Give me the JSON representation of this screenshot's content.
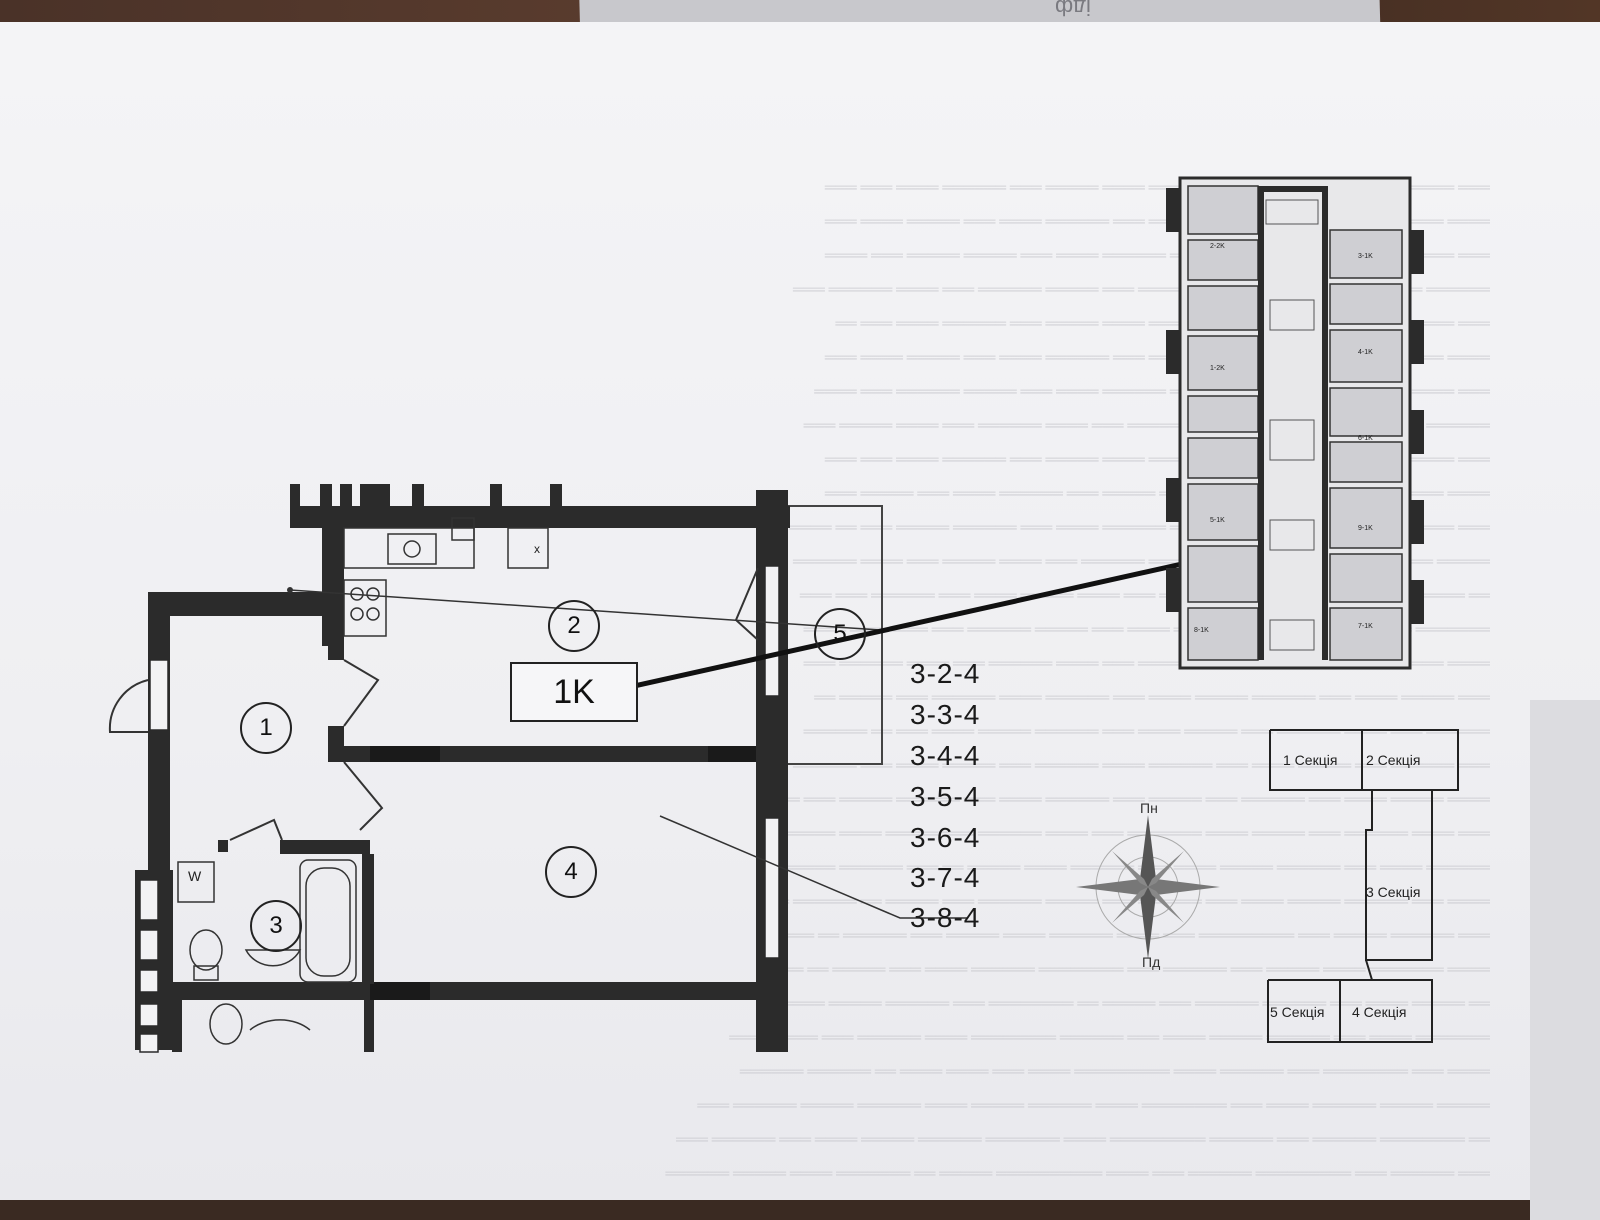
{
  "backdrop_label": "ідф",
  "apartment_label": "1K",
  "rooms": [
    "1",
    "2",
    "3",
    "4",
    "5"
  ],
  "floor_codes": [
    "3-2-4",
    "3-3-4",
    "3-4-4",
    "3-5-4",
    "3-6-4",
    "3-7-4",
    "3-8-4"
  ],
  "compass": {
    "north": "Пн",
    "south": "Пд"
  },
  "sections": [
    "1 Секція",
    "2 Секція",
    "3 Секція",
    "5 Секція",
    "4 Секція"
  ],
  "fixture_labels": {
    "washer": "W",
    "cabinet": "x"
  },
  "floor_plan_unit_labels": [
    "2-2K",
    "3-1K",
    "4-1K",
    "1-2K",
    "5-1K",
    "6-1K",
    "9-1K",
    "8-1K",
    "7-1K"
  ],
  "colors": {
    "wall": "#2b2b2b",
    "paper": "#f2f2f4",
    "arrow": "#111111"
  }
}
